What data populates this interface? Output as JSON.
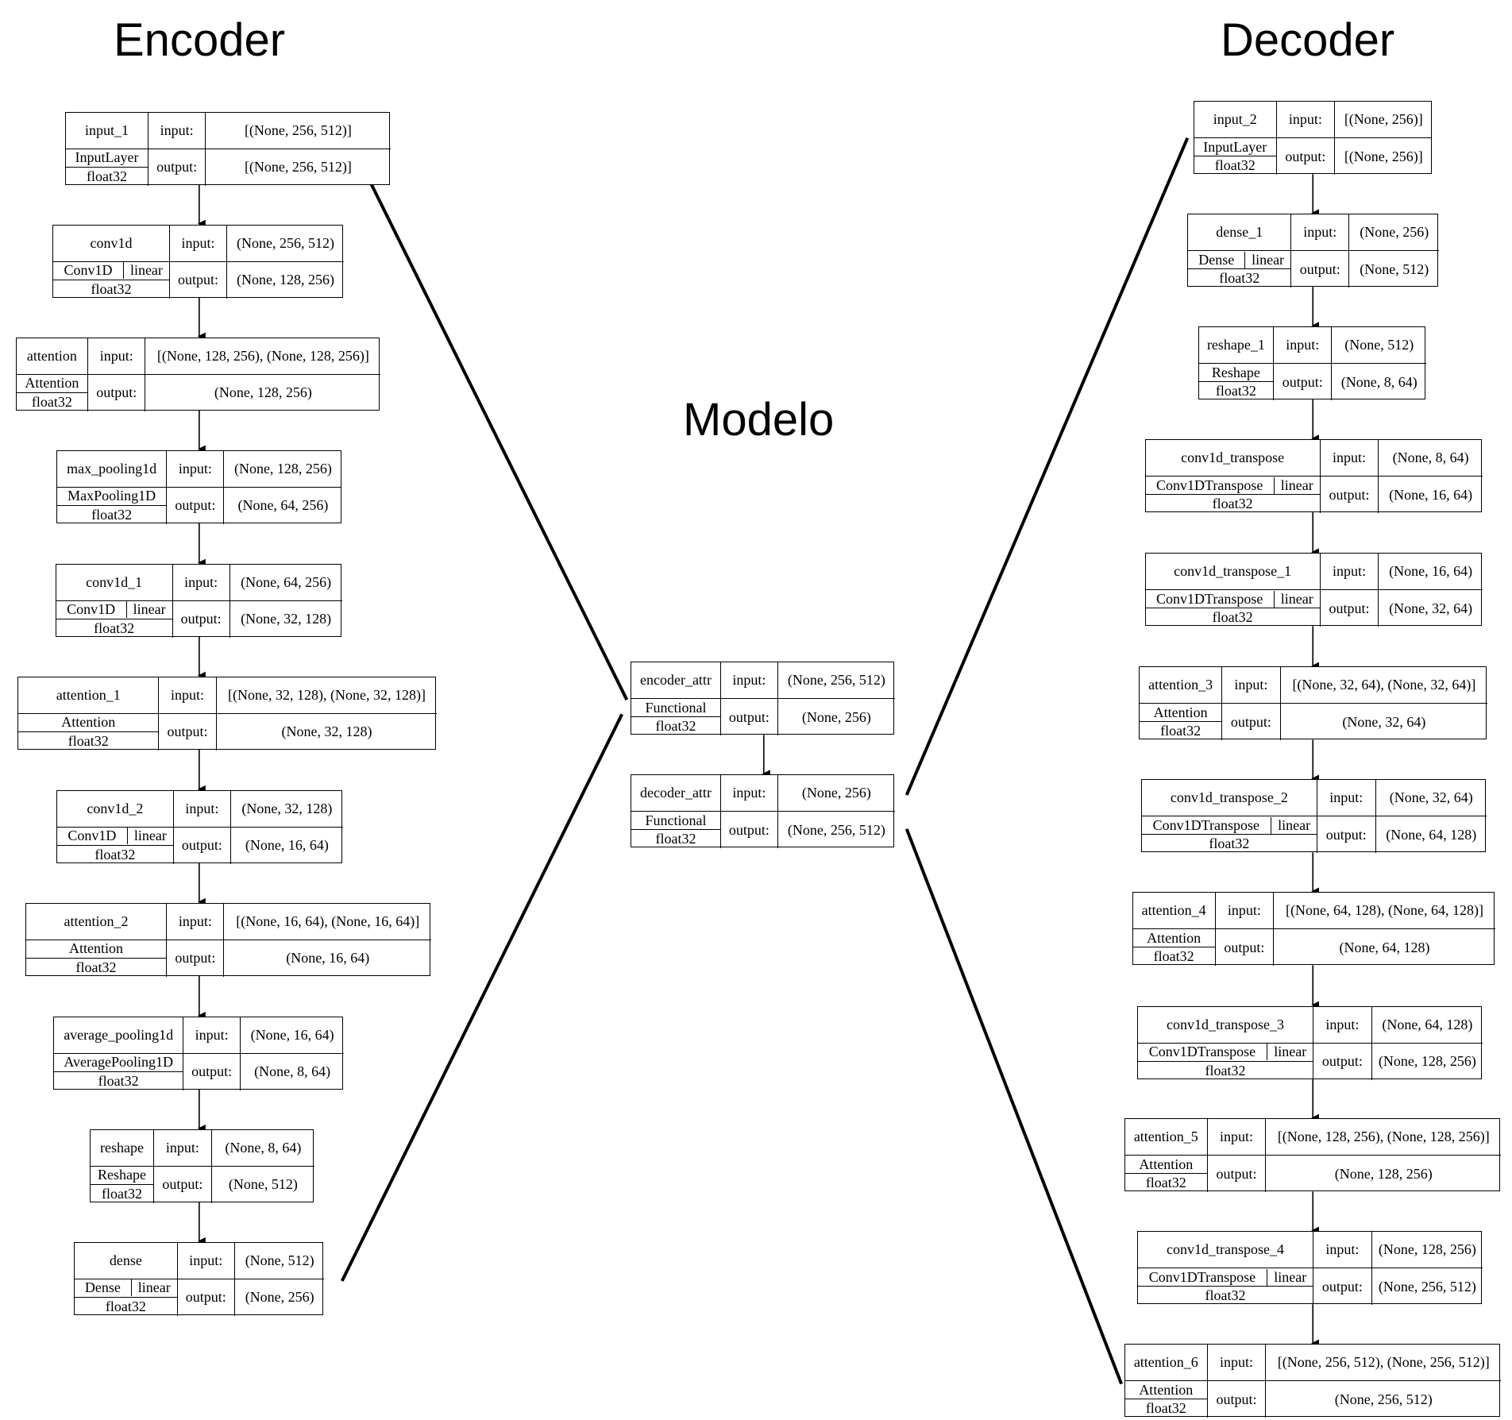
{
  "titles": {
    "encoder": "Encoder",
    "modelo": "Modelo",
    "decoder": "Decoder"
  },
  "encoder": [
    {
      "name": "input_1",
      "class": "InputLayer",
      "activation": "",
      "dtype": "float32",
      "input_label": "input:",
      "input": "[(None, 256, 512)]",
      "output_label": "output:",
      "output": "[(None, 256, 512)]"
    },
    {
      "name": "conv1d",
      "class": "Conv1D",
      "activation": "linear",
      "dtype": "float32",
      "input_label": "input:",
      "input": "(None, 256, 512)",
      "output_label": "output:",
      "output": "(None, 128, 256)"
    },
    {
      "name": "attention",
      "class": "Attention",
      "activation": "",
      "dtype": "float32",
      "input_label": "input:",
      "input": "[(None, 128, 256), (None, 128, 256)]",
      "output_label": "output:",
      "output": "(None, 128, 256)"
    },
    {
      "name": "max_pooling1d",
      "class": "MaxPooling1D",
      "activation": "",
      "dtype": "float32",
      "input_label": "input:",
      "input": "(None, 128, 256)",
      "output_label": "output:",
      "output": "(None, 64, 256)"
    },
    {
      "name": "conv1d_1",
      "class": "Conv1D",
      "activation": "linear",
      "dtype": "float32",
      "input_label": "input:",
      "input": "(None, 64, 256)",
      "output_label": "output:",
      "output": "(None, 32, 128)"
    },
    {
      "name": "attention_1",
      "class": "Attention",
      "activation": "",
      "dtype": "float32",
      "input_label": "input:",
      "input": "[(None, 32, 128), (None, 32, 128)]",
      "output_label": "output:",
      "output": "(None, 32, 128)"
    },
    {
      "name": "conv1d_2",
      "class": "Conv1D",
      "activation": "linear",
      "dtype": "float32",
      "input_label": "input:",
      "input": "(None, 32, 128)",
      "output_label": "output:",
      "output": "(None, 16, 64)"
    },
    {
      "name": "attention_2",
      "class": "Attention",
      "activation": "",
      "dtype": "float32",
      "input_label": "input:",
      "input": "[(None, 16, 64), (None, 16, 64)]",
      "output_label": "output:",
      "output": "(None, 16, 64)"
    },
    {
      "name": "average_pooling1d",
      "class": "AveragePooling1D",
      "activation": "",
      "dtype": "float32",
      "input_label": "input:",
      "input": "(None, 16, 64)",
      "output_label": "output:",
      "output": "(None, 8, 64)"
    },
    {
      "name": "reshape",
      "class": "Reshape",
      "activation": "",
      "dtype": "float32",
      "input_label": "input:",
      "input": "(None, 8, 64)",
      "output_label": "output:",
      "output": "(None, 512)"
    },
    {
      "name": "dense",
      "class": "Dense",
      "activation": "linear",
      "dtype": "float32",
      "input_label": "input:",
      "input": "(None, 512)",
      "output_label": "output:",
      "output": "(None, 256)"
    }
  ],
  "modelo": [
    {
      "name": "encoder_attr",
      "class": "Functional",
      "activation": "",
      "dtype": "float32",
      "input_label": "input:",
      "input": "(None, 256, 512)",
      "output_label": "output:",
      "output": "(None, 256)"
    },
    {
      "name": "decoder_attr",
      "class": "Functional",
      "activation": "",
      "dtype": "float32",
      "input_label": "input:",
      "input": "(None, 256)",
      "output_label": "output:",
      "output": "(None, 256, 512)"
    }
  ],
  "decoder": [
    {
      "name": "input_2",
      "class": "InputLayer",
      "activation": "",
      "dtype": "float32",
      "input_label": "input:",
      "input": "[(None, 256)]",
      "output_label": "output:",
      "output": "[(None, 256)]"
    },
    {
      "name": "dense_1",
      "class": "Dense",
      "activation": "linear",
      "dtype": "float32",
      "input_label": "input:",
      "input": "(None, 256)",
      "output_label": "output:",
      "output": "(None, 512)"
    },
    {
      "name": "reshape_1",
      "class": "Reshape",
      "activation": "",
      "dtype": "float32",
      "input_label": "input:",
      "input": "(None, 512)",
      "output_label": "output:",
      "output": "(None, 8, 64)"
    },
    {
      "name": "conv1d_transpose",
      "class": "Conv1DTranspose",
      "activation": "linear",
      "dtype": "float32",
      "input_label": "input:",
      "input": "(None, 8, 64)",
      "output_label": "output:",
      "output": "(None, 16, 64)"
    },
    {
      "name": "conv1d_transpose_1",
      "class": "Conv1DTranspose",
      "activation": "linear",
      "dtype": "float32",
      "input_label": "input:",
      "input": "(None, 16, 64)",
      "output_label": "output:",
      "output": "(None, 32, 64)"
    },
    {
      "name": "attention_3",
      "class": "Attention",
      "activation": "",
      "dtype": "float32",
      "input_label": "input:",
      "input": "[(None, 32, 64), (None, 32, 64)]",
      "output_label": "output:",
      "output": "(None, 32, 64)"
    },
    {
      "name": "conv1d_transpose_2",
      "class": "Conv1DTranspose",
      "activation": "linear",
      "dtype": "float32",
      "input_label": "input:",
      "input": "(None, 32, 64)",
      "output_label": "output:",
      "output": "(None, 64, 128)"
    },
    {
      "name": "attention_4",
      "class": "Attention",
      "activation": "",
      "dtype": "float32",
      "input_label": "input:",
      "input": "[(None, 64, 128), (None, 64, 128)]",
      "output_label": "output:",
      "output": "(None, 64, 128)"
    },
    {
      "name": "conv1d_transpose_3",
      "class": "Conv1DTranspose",
      "activation": "linear",
      "dtype": "float32",
      "input_label": "input:",
      "input": "(None, 64, 128)",
      "output_label": "output:",
      "output": "(None, 128, 256)"
    },
    {
      "name": "attention_5",
      "class": "Attention",
      "activation": "",
      "dtype": "float32",
      "input_label": "input:",
      "input": "[(None, 128, 256), (None, 128, 256)]",
      "output_label": "output:",
      "output": "(None, 128, 256)"
    },
    {
      "name": "conv1d_transpose_4",
      "class": "Conv1DTranspose",
      "activation": "linear",
      "dtype": "float32",
      "input_label": "input:",
      "input": "(None, 128, 256)",
      "output_label": "output:",
      "output": "(None, 256, 512)"
    },
    {
      "name": "attention_6",
      "class": "Attention",
      "activation": "",
      "dtype": "float32",
      "input_label": "input:",
      "input": "[(None, 256, 512), (None, 256, 512)]",
      "output_label": "output:",
      "output": "(None, 256, 512)"
    }
  ]
}
